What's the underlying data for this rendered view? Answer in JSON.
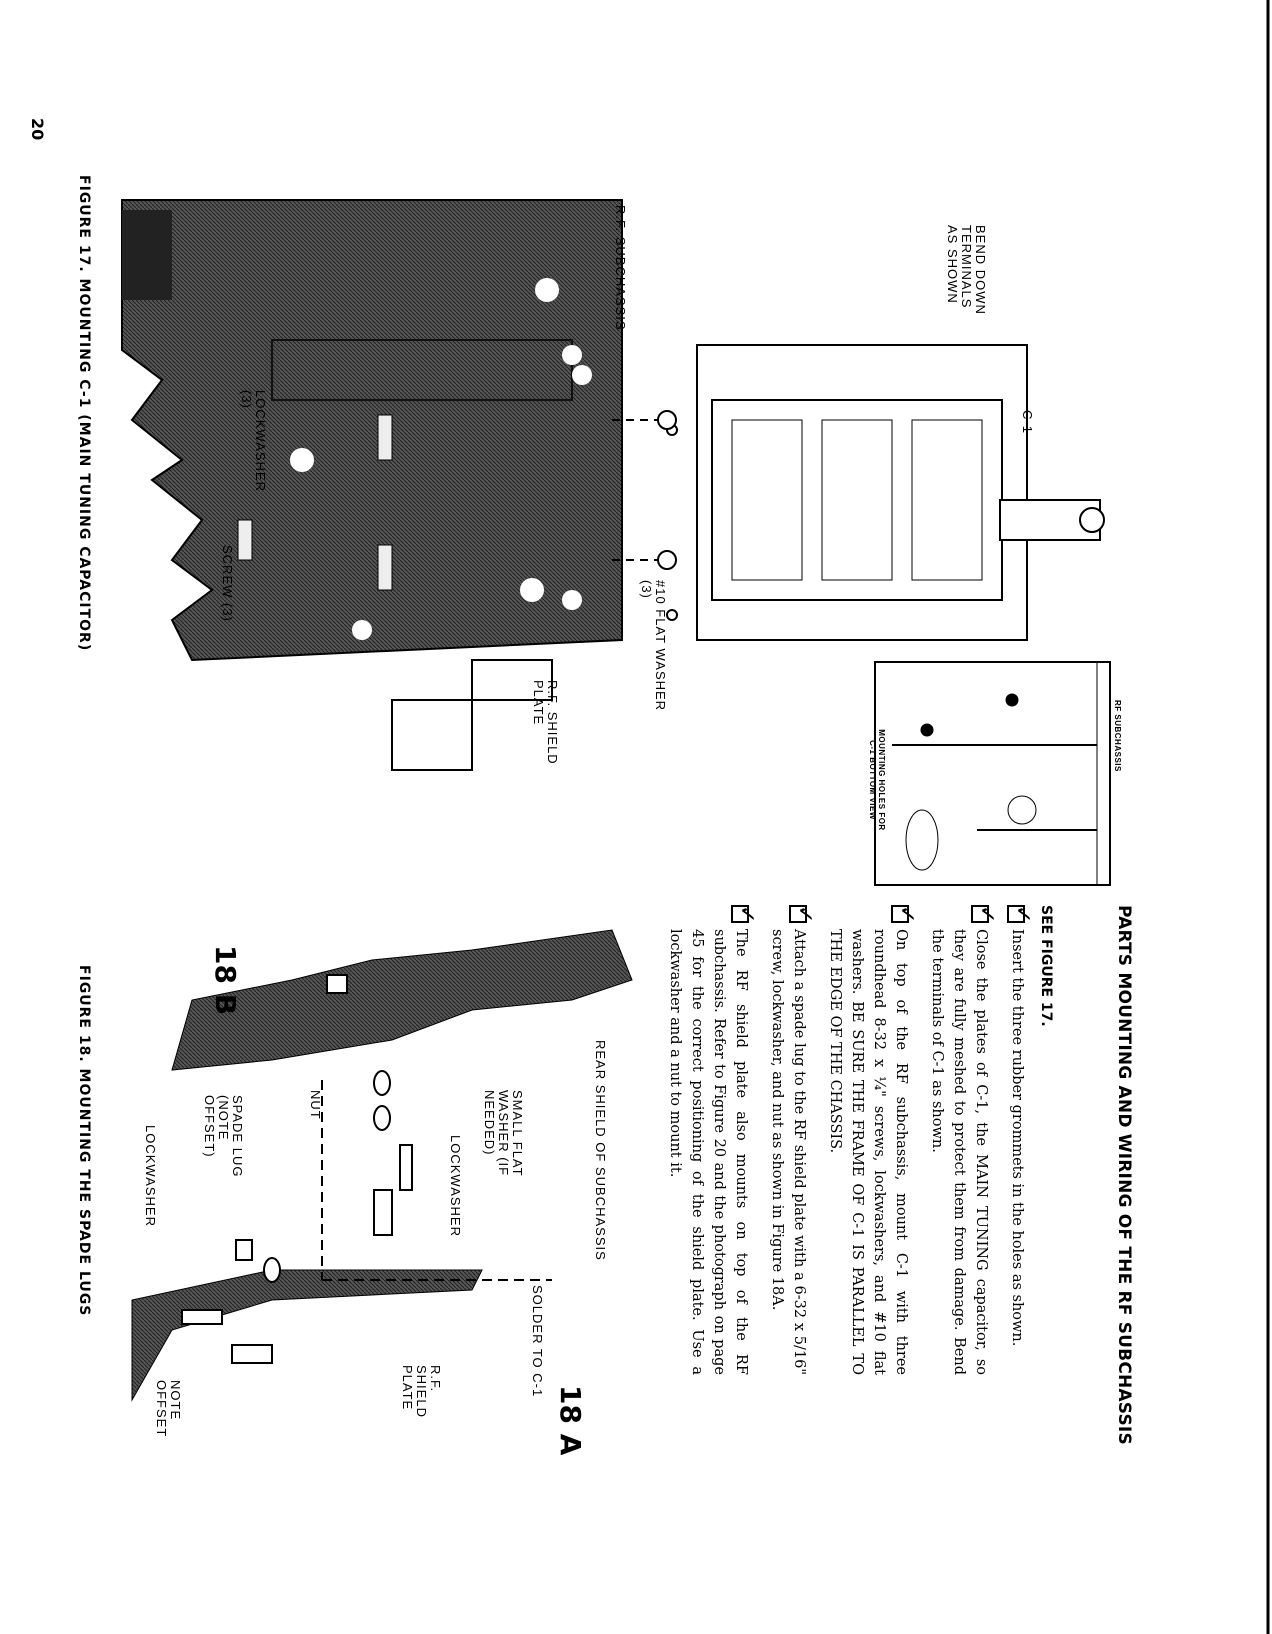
{
  "page_number": "20",
  "section": {
    "title": "PARTS MOUNTING AND WIRING OF THE RF SUBCHASSIS",
    "see_figure": "SEE FIGURE 17.",
    "steps": [
      {
        "checked": true,
        "text": "Insert the three rubber grommets in the holes as shown."
      },
      {
        "checked": true,
        "text": "Close the plates of C-1, the MAIN TUNING capacitor, so they are fully meshed to protect them from damage. Bend the terminals of C-1 as shown."
      },
      {
        "checked": true,
        "text": "On top of the RF subchassis, mount C-1 with three roundhead 8-32 x ¼\" screws, lockwashers, and #10 flat washers. BE SURE THE FRAME OF C-1 IS PARALLEL TO THE EDGE OF THE CHASSIS."
      },
      {
        "checked": true,
        "text": "Attach a spade lug to the RF shield plate with a 6-32 x 5/16\" screw, lockwasher, and nut as shown in Figure 18A."
      },
      {
        "checked": true,
        "text": "The RF shield plate also mounts on top of the RF subchassis. Refer to Figure 20 and the photograph on page 45 for the correct positioning of the shield plate. Use a lockwasher and a nut to mount it."
      }
    ]
  },
  "figure17": {
    "caption": "FIGURE 17. MOUNTING C-1 (MAIN TUNING CAPACITOR)",
    "labels": {
      "bend": "BEND DOWN TERMINALS AS SHOWN",
      "c1": "C-1",
      "subchassis": "R.F. SUBCHASSIS",
      "flat_washer": "#10 FLAT WASHER (3)",
      "shield_plate": "R.F. SHIELD PLATE",
      "lockwasher": "LOCKWASHER (3)",
      "screw": "SCREW (3)"
    },
    "inset": {
      "title": "RF SUBCHASSIS",
      "caption": "MOUNTING HOLES FOR C-1 BOTTOM VIEW"
    }
  },
  "figure18": {
    "caption": "FIGURE 18. MOUNTING THE SPADE LUGS",
    "label_a": "18 A",
    "label_b": "18 B",
    "labels": {
      "rear_shield": "REAR SHIELD OF SUBCHASSIS",
      "solder": "SOLDER TO C-1",
      "small_washer": "SMALL FLAT WASHER (IF NEEDED)",
      "lockwasher_a": "LOCKWASHER",
      "nut": "NUT",
      "spade_lug": "SPADE LUG (NOTE OFFSET)",
      "lockwasher_b": "LOCKWASHER",
      "shield_plate": "R.F. SHIELD PLATE",
      "note_offset": "NOTE OFFSET"
    }
  }
}
